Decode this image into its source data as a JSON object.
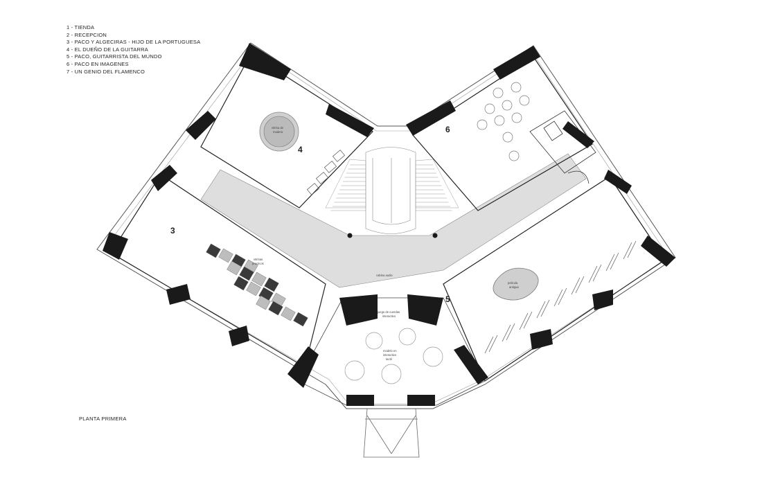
{
  "legend": [
    "1 - TIENDA",
    "2 - RECEPCION",
    "3 - PACO Y ALGECIRAS - HIJO DE LA PORTUGUESA",
    "4 - EL DUEÑO DE LA GUITARRA",
    "5 - PACO, GUITARRISTA DEL MUNDO",
    "6 - PACO EN IMAGENES",
    "7 - UN GENIO DEL FLAMENCO"
  ],
  "plan_title": "PLANTA PRIMERA",
  "rooms": {
    "r3": "3",
    "r4": "4",
    "r5": "5",
    "r6": "6"
  },
  "labels": {
    "table_r4": [
      "vitrina de",
      "madera"
    ],
    "vitrines_r3": [
      "vitrinas",
      "practicos"
    ],
    "juego": [
      "juego de cuerdas",
      "interactivo"
    ],
    "mesa": [
      "modelo en",
      "interactivo",
      "tactil"
    ],
    "pelicula": [
      "pelicula",
      "antigua"
    ],
    "corridor": "cabina audio"
  },
  "colors": {
    "wall": "#1a1a1a",
    "corridor": "#dedede",
    "dark_tile": "#3a3a3a",
    "light_tile": "#bdbdbd",
    "line": "#555555"
  }
}
